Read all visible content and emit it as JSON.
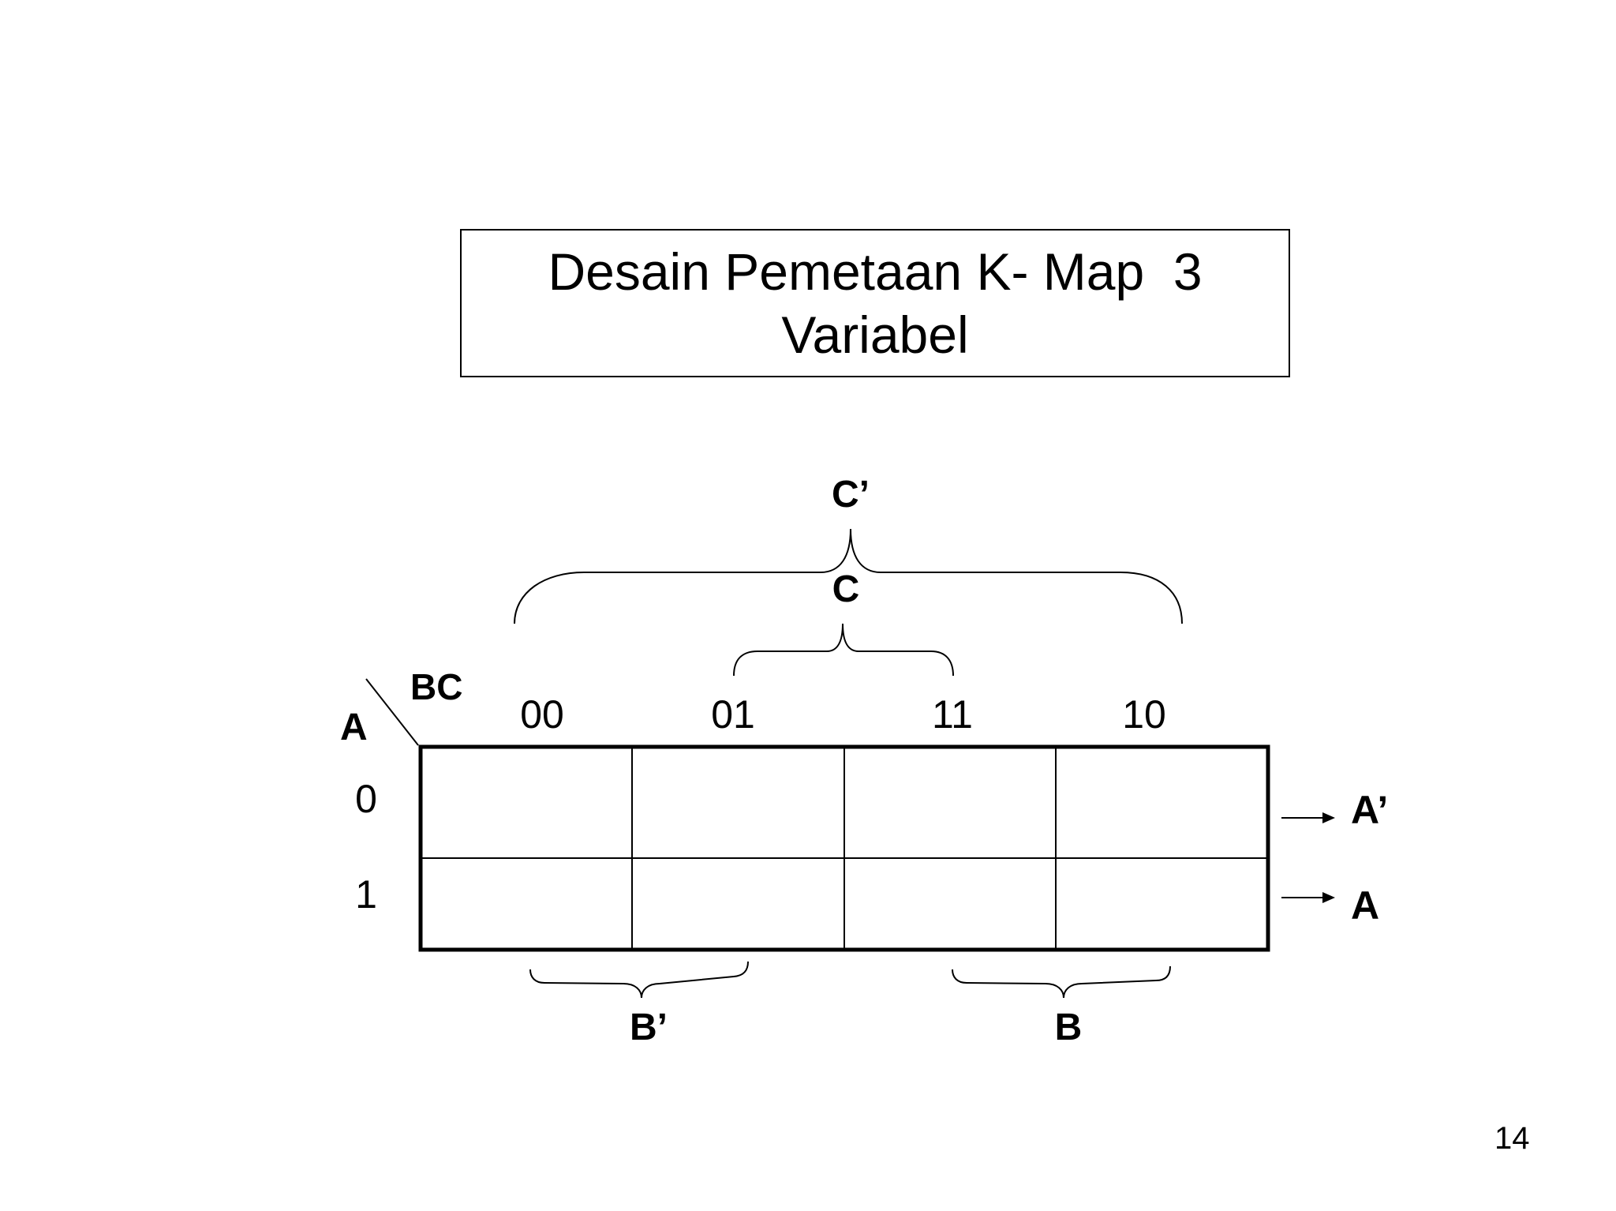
{
  "title": {
    "line1": "Desain Pemetaan K- Map  3",
    "line2": "Variabel"
  },
  "kmap": {
    "corner_row_var": "A",
    "corner_col_var": "BC",
    "column_headers": [
      "00",
      "01",
      "11",
      "10"
    ],
    "row_headers": [
      "0",
      "1"
    ],
    "row_terms": [
      "A’",
      "A"
    ],
    "top_brackets": {
      "outer": "C’",
      "inner": "C"
    },
    "bottom_brackets": {
      "left": "B’",
      "right": "B"
    }
  },
  "page_number": "14"
}
